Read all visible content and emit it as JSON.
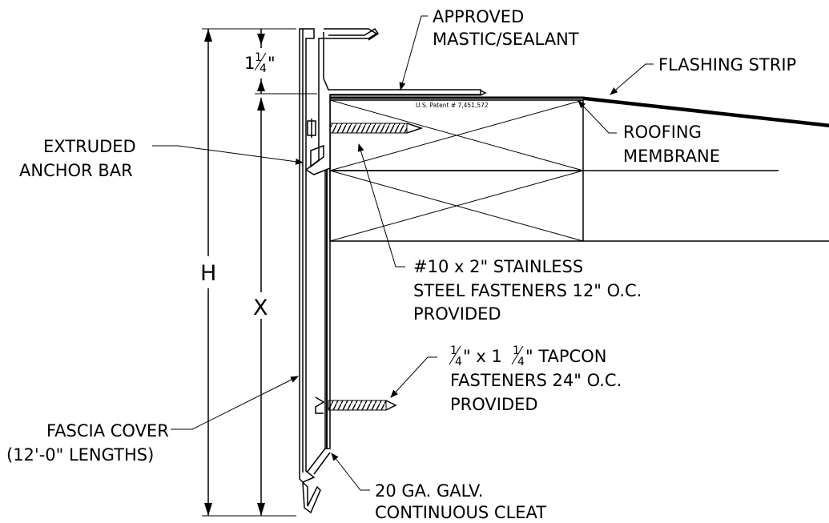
{
  "labels": {
    "approved_1": "APPROVED",
    "approved_2": "MASTIC/SEALANT",
    "flashing": "FLASHING STRIP",
    "roofing_1": "ROOFING",
    "roofing_2": "MEMBRANE",
    "extruded_1": "EXTRUDED",
    "extruded_2": "ANCHOR BAR",
    "patent": "U.S. Patent # 7,451,572",
    "stainless_1": "#10 x 2\" STAINLESS",
    "stainless_2": "STEEL FASTENERS 12\" O.C.",
    "stainless_3": "PROVIDED",
    "tapcon_1_mid": "\" x 1",
    "tapcon_1_end": "\" TAPCON",
    "tapcon_2": "FASTENERS 24\" O.C.",
    "tapcon_3": "PROVIDED",
    "fascia_1": "FASCIA COVER",
    "fascia_2": "(12'-0\" LENGTHS)",
    "cleat_1": "20 GA. GALV.",
    "cleat_2": "CONTINUOUS CLEAT",
    "dim_h": "H",
    "dim_x": "X",
    "dim_top_whole": "1",
    "frac_num": "1",
    "frac_den": "4",
    "dim_top_unit": "\""
  }
}
